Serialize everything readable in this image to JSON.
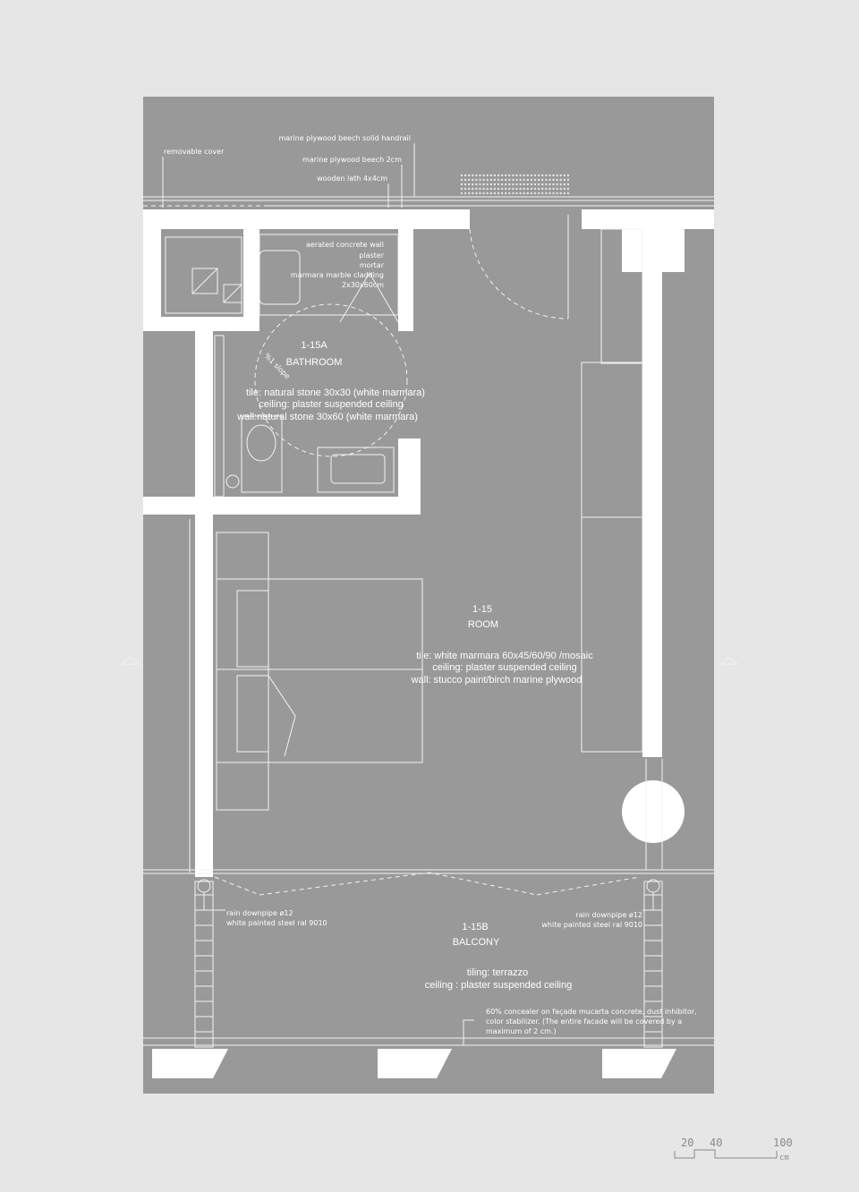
{
  "colors": {
    "background": "#e6e6e6",
    "plan": "#999999",
    "walls": "#ffffff",
    "lines": "#f2f2f2"
  },
  "annotations": {
    "removable_cover": "removable cover",
    "handrail": "marine plywood beech solid handrail",
    "plywood": "marine plywood beech 2cm",
    "lath": "wooden lath 4x4cm",
    "aerated": "aerated concrete wall",
    "plaster": "plaster",
    "mortar": "mortar",
    "marble1": "marmara marble cladding",
    "marble2": "2x30x60cm",
    "slope": "%1 slope",
    "downpipe_left_1": "rain downpipe ø12",
    "downpipe_left_2": "white painted steel ral 9010",
    "downpipe_right_1": "rain downpipe ø12",
    "downpipe_right_2": "white painted steel ral 9010",
    "facade_1": "60% concealer on façade mucarta concrete, dust inhibitor,",
    "facade_2": "color stabilizer. (The entire facade will be covered by a",
    "facade_3": "maximum of 2 cm.)"
  },
  "rooms": {
    "bathroom": {
      "code": "1-15A",
      "name": "BATHROOM",
      "tile": "tile: natural stone 30x30 (white marmara)",
      "ceiling": "ceiling: plaster suspended ceiling",
      "wall": "wall:natural stone 30x60 (white marmara)"
    },
    "room": {
      "code": "1-15",
      "name": "ROOM",
      "tile": "tile: white marmara 60x45/60/90 /mosaic",
      "ceiling": "ceiling: plaster suspended ceiling",
      "wall": "wall: stucco paint/birch marine plywood"
    },
    "balcony": {
      "code": "1-15B",
      "name": "BALCONY",
      "tiling": "tiling: terrazzo",
      "ceiling": "ceiling : plaster suspended ceiling"
    }
  },
  "scale_bar": {
    "ticks": [
      "20",
      "40",
      "100"
    ],
    "unit": "cm"
  }
}
